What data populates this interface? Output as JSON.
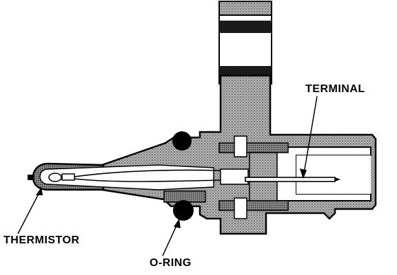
{
  "labels": {
    "terminal": "TERMINAL",
    "thermistor": "THERMISTOR",
    "o_ring": "O-RING"
  },
  "colors": {
    "housing_fill": "#9a9a9a",
    "metal_fill": "#c8c8c8",
    "outline": "#000000",
    "background": "#ffffff"
  }
}
